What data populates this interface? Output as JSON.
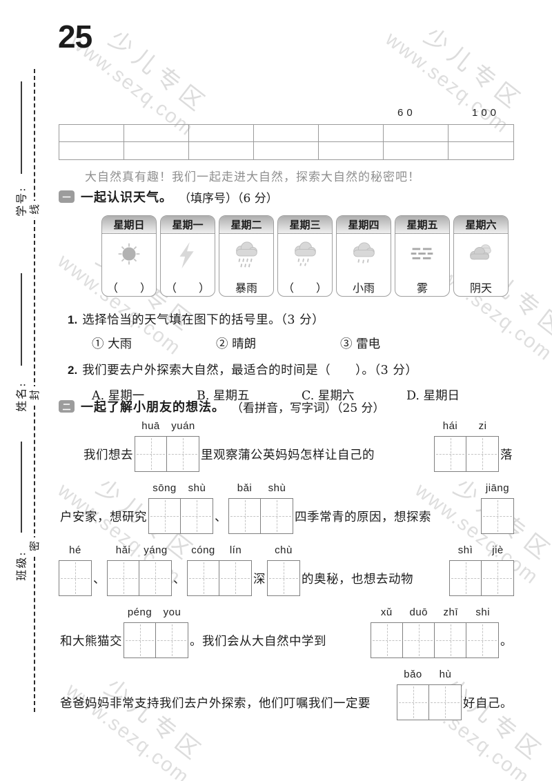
{
  "page": {
    "number": "25"
  },
  "watermark": {
    "line1": "少儿专区",
    "line2": "www.sezq.com"
  },
  "seal_margin": {
    "student_id_label": "学号:",
    "name_label": "姓名:",
    "class_label": "班级:",
    "seal_chars": [
      "线",
      "封",
      "密"
    ]
  },
  "score_header": {
    "marks": [
      "60",
      "100"
    ]
  },
  "intro": {
    "text": "大自然真有趣！我们一起走进大自然，探索大自然的秘密吧！"
  },
  "section1": {
    "icon": "一",
    "title": "一起认识天气。",
    "subtitle": "（填序号）（6 分）",
    "cards": [
      {
        "day": "星期日",
        "icon": "sun",
        "label": "（　　）"
      },
      {
        "day": "星期一",
        "icon": "lightning",
        "label": "（　　）"
      },
      {
        "day": "星期二",
        "icon": "rainstorm",
        "label": "暴雨"
      },
      {
        "day": "星期三",
        "icon": "rain",
        "label": "（　　）"
      },
      {
        "day": "星期四",
        "icon": "light-rain",
        "label": "小雨"
      },
      {
        "day": "星期五",
        "icon": "fog",
        "label": "雾"
      },
      {
        "day": "星期六",
        "icon": "overcast",
        "label": "阴天"
      }
    ],
    "q1": {
      "no": "1.",
      "text": "选择恰当的天气填在图下的括号里。（3 分）",
      "options": [
        "① 大雨",
        "② 晴朗",
        "③ 雷电"
      ]
    },
    "q2": {
      "no": "2.",
      "text": "我们要去户外探索大自然，最适合的时间是（　　）。（3 分）",
      "options": [
        "A. 星期一",
        "B. 星期五",
        "C. 星期六",
        "D. 星期日"
      ]
    }
  },
  "section2": {
    "icon": "二",
    "title": "一起了解小朋友的想法。",
    "subtitle": "（看拼音，写字词）（25 分）",
    "rows": [
      {
        "texts": [
          "我们想去",
          "里观察蒲公英妈妈怎样让自己的",
          "落"
        ],
        "groups": [
          [
            "huā",
            "yuán"
          ],
          [
            "hái",
            "zi"
          ]
        ]
      },
      {
        "texts": [
          "户安家，想研究",
          "、",
          "四季常青的原因，想探索"
        ],
        "groups": [
          [
            "sōng",
            "shù"
          ],
          [
            "bǎi",
            "shù"
          ],
          [
            "jiāng"
          ]
        ]
      },
      {
        "texts": [
          "、",
          "、",
          "深",
          "的奥秘，也想去动物"
        ],
        "groups": [
          [
            "hé"
          ],
          [
            "hǎi",
            "yáng"
          ],
          [
            "cóng",
            "lín"
          ],
          [
            "chù"
          ],
          [
            "shì",
            "jiè"
          ]
        ]
      },
      {
        "texts": [
          "和大熊猫交",
          "。我们会从大自然中学到",
          "。"
        ],
        "groups": [
          [
            "péng",
            "you"
          ],
          [
            "xǔ",
            "duō",
            "zhī",
            "shi"
          ]
        ]
      },
      {
        "texts": [
          "爸爸妈妈非常支持我们去户外探索，他们叮嘱我们一定要",
          "好自己。"
        ],
        "groups": [
          [
            "bǎo",
            "hù"
          ]
        ]
      }
    ]
  }
}
